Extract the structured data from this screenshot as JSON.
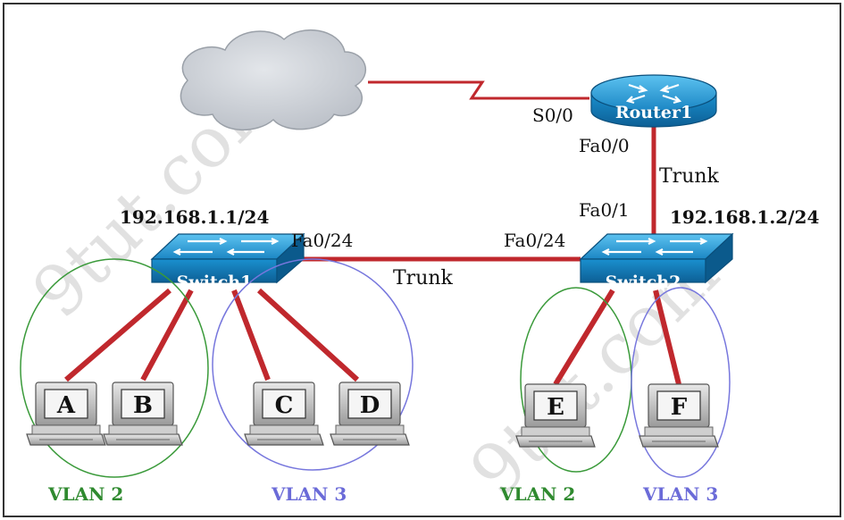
{
  "watermark": "9tut.com",
  "colors": {
    "link": "#c0282d",
    "vlan2": "#3a9a3a",
    "vlan3": "#7777dd",
    "device_blue": "#1d8fc9",
    "cloud": "#c9cdd3"
  },
  "icons": {
    "cloud": "cloud-icon",
    "router": "router-icon",
    "switch": "switch-icon",
    "pc": "pc-icon"
  },
  "router": {
    "name": "Router1",
    "s0_label": "S0/0",
    "fa00_label": "Fa0/0"
  },
  "switch1": {
    "name": "Switch1",
    "ip": "192.168.1.1/24",
    "port_label": "Fa0/24"
  },
  "switch2": {
    "name": "Switch2",
    "ip": "192.168.1.2/24",
    "port_label": "Fa0/24",
    "uplink_port": "Fa0/1"
  },
  "links": {
    "trunk_sw": "Trunk",
    "trunk_router": "Trunk"
  },
  "pcs": {
    "a": "A",
    "b": "B",
    "c": "C",
    "d": "D",
    "e": "E",
    "f": "F"
  },
  "vlans": {
    "left_v2": "VLAN 2",
    "left_v3": "VLAN 3",
    "right_v2": "VLAN 2",
    "right_v3": "VLAN 3"
  }
}
